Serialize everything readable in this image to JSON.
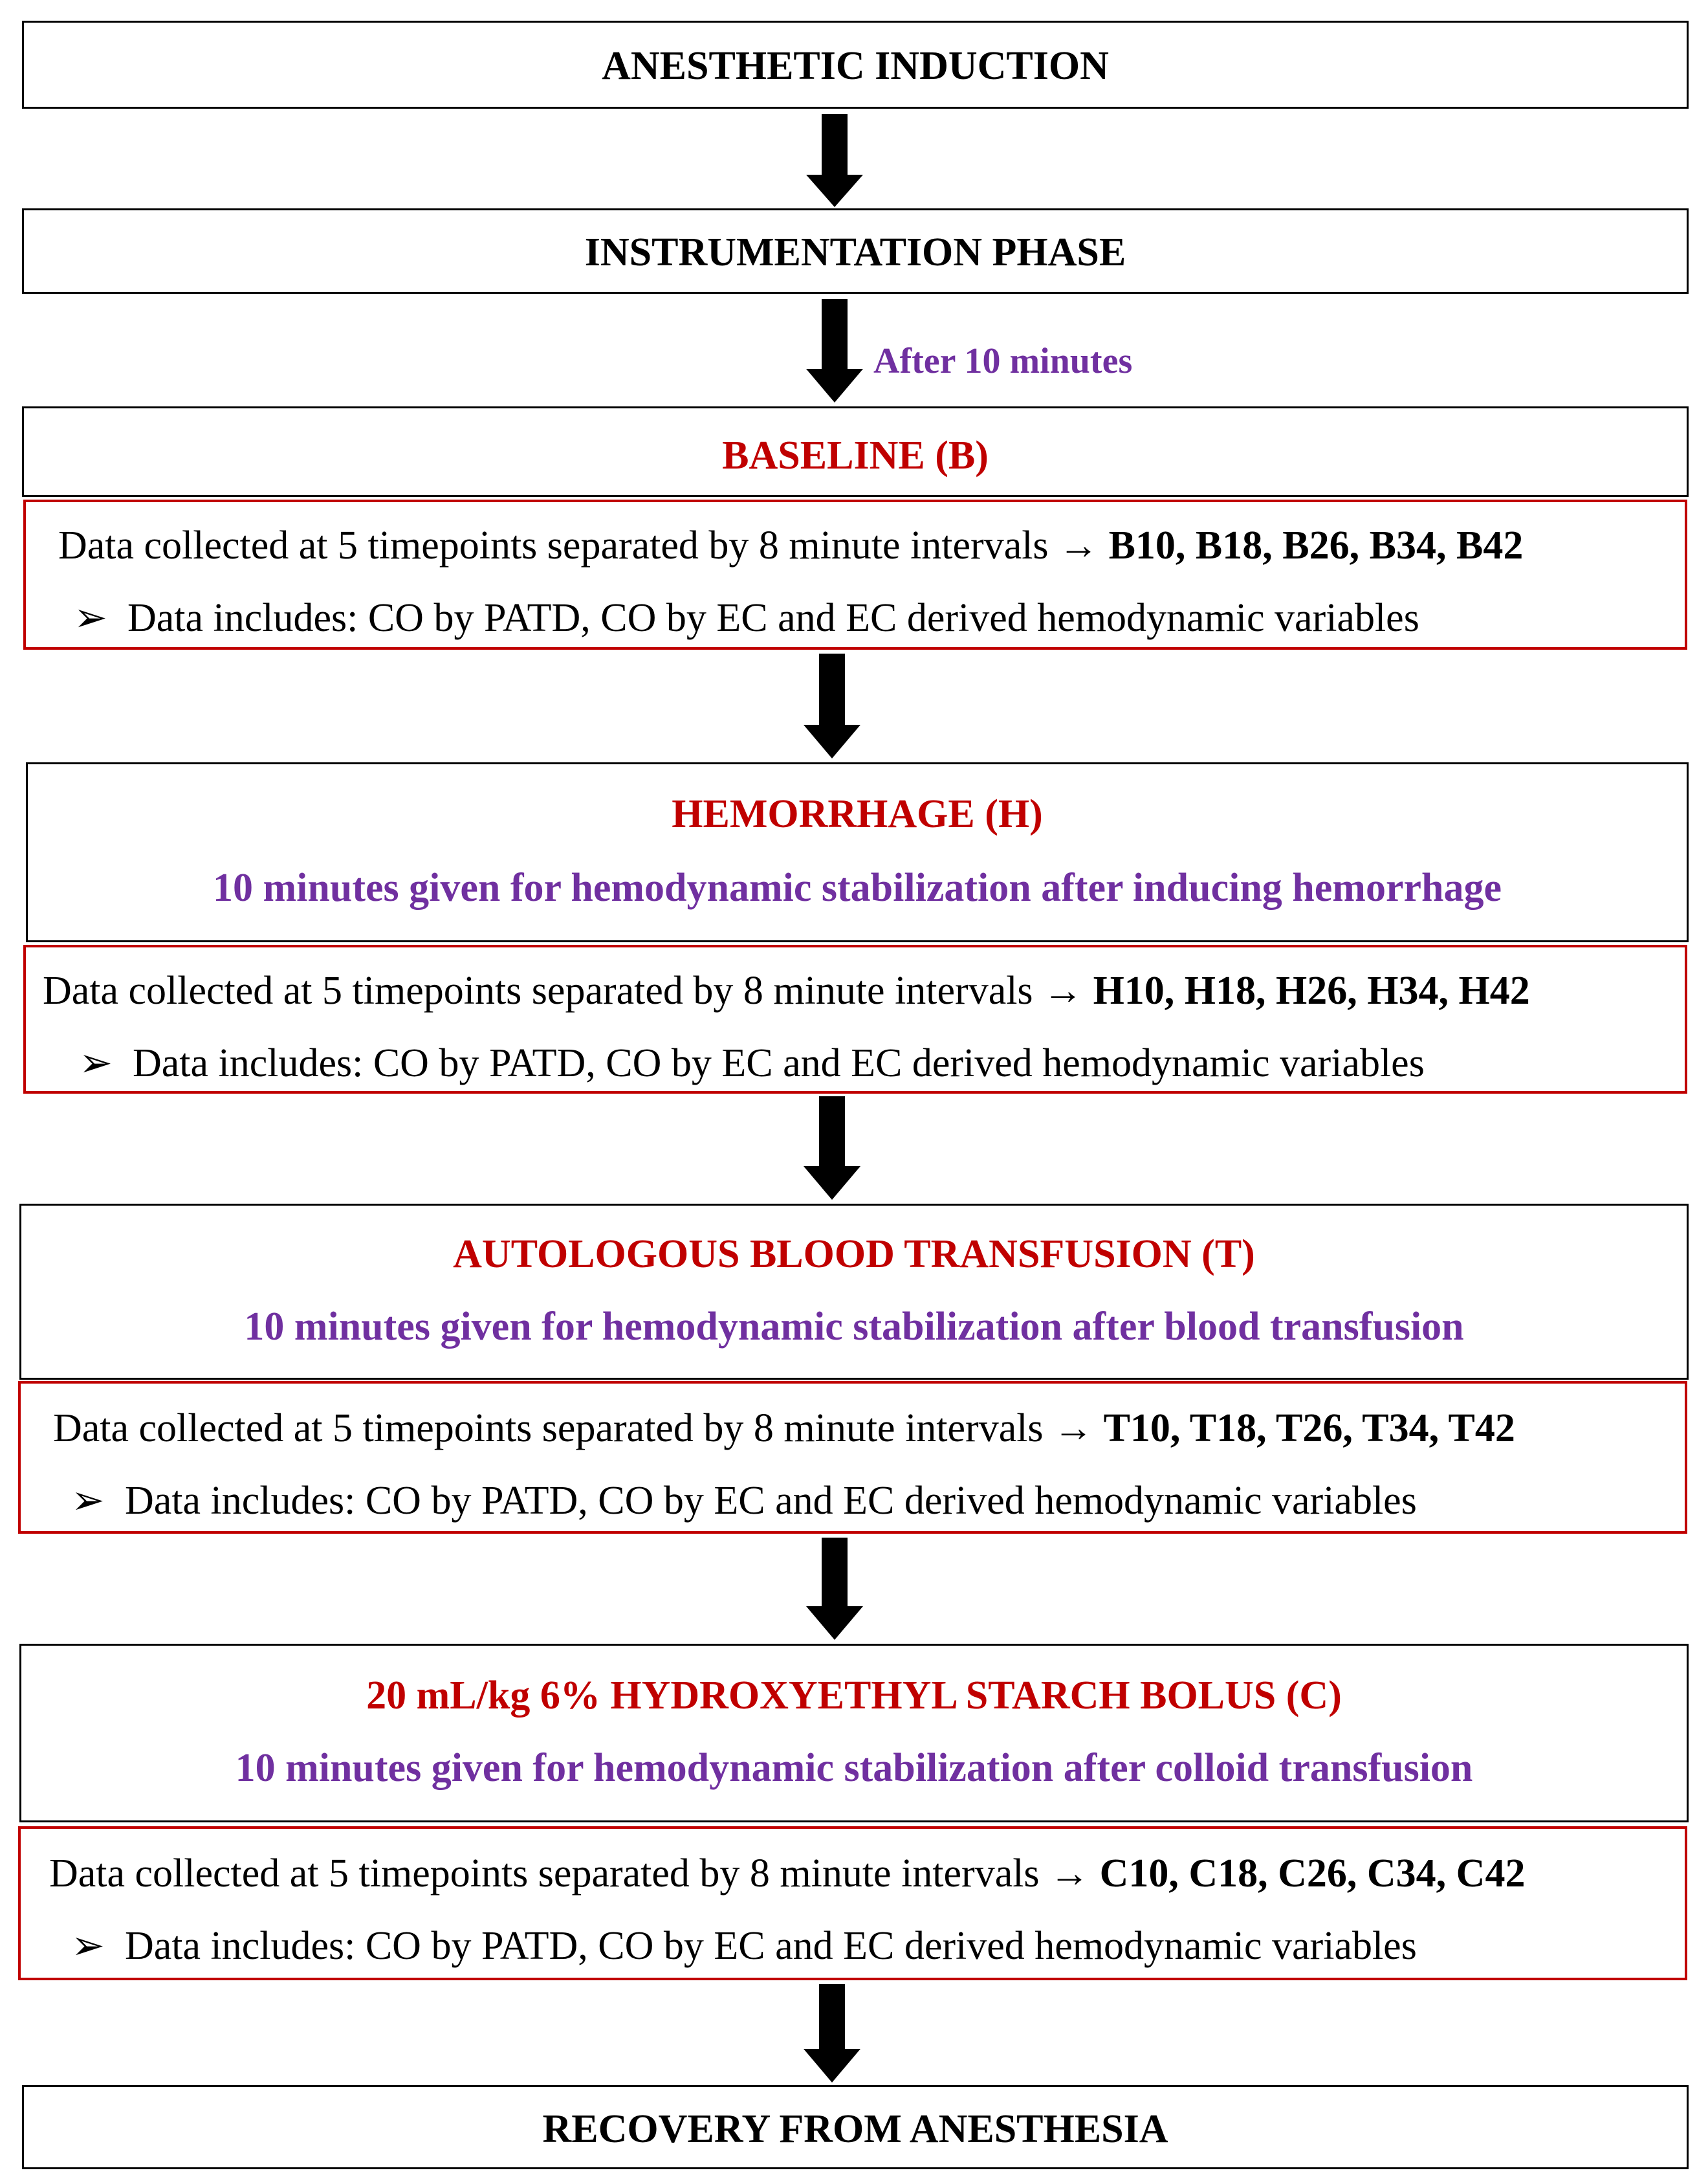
{
  "colors": {
    "stage": "#c00000",
    "note": "#7030a0",
    "text": "#000000"
  },
  "induction": "ANESTHETIC INDUCTION",
  "instrumentation": "INSTRUMENTATION PHASE",
  "arrow_note": "After 10 minutes",
  "baseline": {
    "title": "BASELINE (B)",
    "line1": "Data collected at 5 timepoints separated by 8 minute intervals",
    "arrow": "→",
    "timepoints": "B10, B18, B26, B34, B42",
    "bullet_mark": "➢",
    "line2": "Data includes: CO by PATD, CO by EC and EC derived hemodynamic variables"
  },
  "hemorrhage": {
    "title": "HEMORRHAGE (H)",
    "subtitle": "10 minutes given for hemodynamic stabilization after inducing hemorrhage",
    "line1": "Data collected at 5 timepoints separated by 8 minute intervals",
    "arrow": "→",
    "timepoints": "H10, H18, H26, H34, H42",
    "bullet_mark": "➢",
    "line2": "Data includes: CO by PATD, CO by EC and EC derived hemodynamic variables"
  },
  "transfusion": {
    "title": "AUTOLOGOUS BLOOD TRANSFUSION (T)",
    "subtitle": "10 minutes given for hemodynamic stabilization after blood transfusion",
    "line1": "Data collected at 5 timepoints separated by 8 minute intervals",
    "arrow": "→",
    "timepoints": "T10, T18, T26, T34, T42",
    "bullet_mark": "➢",
    "line2": "Data includes: CO by PATD, CO by EC and EC derived hemodynamic variables"
  },
  "colloid": {
    "title": "20 mL/kg 6% HYDROXYETHYL STARCH BOLUS  (C)",
    "subtitle": "10 minutes given for hemodynamic stabilization after colloid transfusion",
    "line1": "Data collected at 5 timepoints separated by 8 minute intervals",
    "arrow": "→",
    "timepoints": "C10, C18, C26, C34, C42",
    "bullet_mark": "➢",
    "line2": "Data includes: CO by PATD, CO by EC and EC derived hemodynamic variables"
  },
  "recovery": "RECOVERY FROM ANESTHESIA"
}
